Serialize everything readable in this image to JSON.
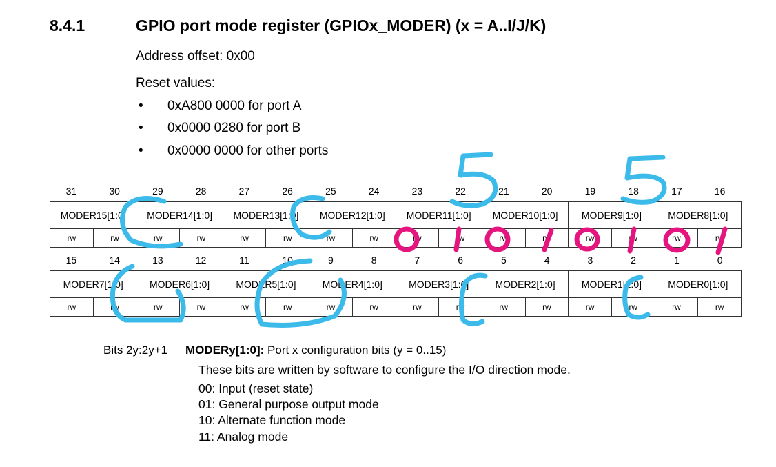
{
  "section": {
    "number": "8.4.1",
    "title": "GPIO port mode register (GPIOx_MODER) (x = A..I/J/K)"
  },
  "address_offset": "Address offset: 0x00",
  "reset_label": "Reset values:",
  "reset_values": [
    "0xA800 0000 for port A",
    "0x0000 0280 for port B",
    "0x0000 0000 for other ports"
  ],
  "bullet_glyph": "•",
  "register": {
    "upper_bits": [
      "31",
      "30",
      "29",
      "28",
      "27",
      "26",
      "25",
      "24",
      "23",
      "22",
      "21",
      "20",
      "19",
      "18",
      "17",
      "16"
    ],
    "upper_fields": [
      "MODER15[1:0]",
      "MODER14[1:0]",
      "MODER13[1:0]",
      "MODER12[1:0]",
      "MODER11[1:0]",
      "MODER10[1:0]",
      "MODER9[1:0]",
      "MODER8[1:0]"
    ],
    "lower_bits": [
      "15",
      "14",
      "13",
      "12",
      "11",
      "10",
      "9",
      "8",
      "7",
      "6",
      "5",
      "4",
      "3",
      "2",
      "1",
      "0"
    ],
    "lower_fields": [
      "MODER7[1:0]",
      "MODER6[1:0]",
      "MODER5[1:0]",
      "MODER4[1:0]",
      "MODER3[1:0]",
      "MODER2[1:0]",
      "MODER1[1:0]",
      "MODER0[1:0]"
    ],
    "access": "rw"
  },
  "bits_desc": {
    "bits": "Bits 2y:2y+1",
    "field": "MODERy[1:0]:",
    "summary": " Port x configuration bits (y = 0..15)",
    "lines": [
      "These bits are written by software to configure the I/O direction mode.",
      "00: Input (reset state)",
      "01: General purpose output mode",
      "10: Alternate function mode",
      "11: Analog mode"
    ]
  },
  "annotation_colors": {
    "blue": "#3cbbea",
    "pink": "#e5157f"
  }
}
